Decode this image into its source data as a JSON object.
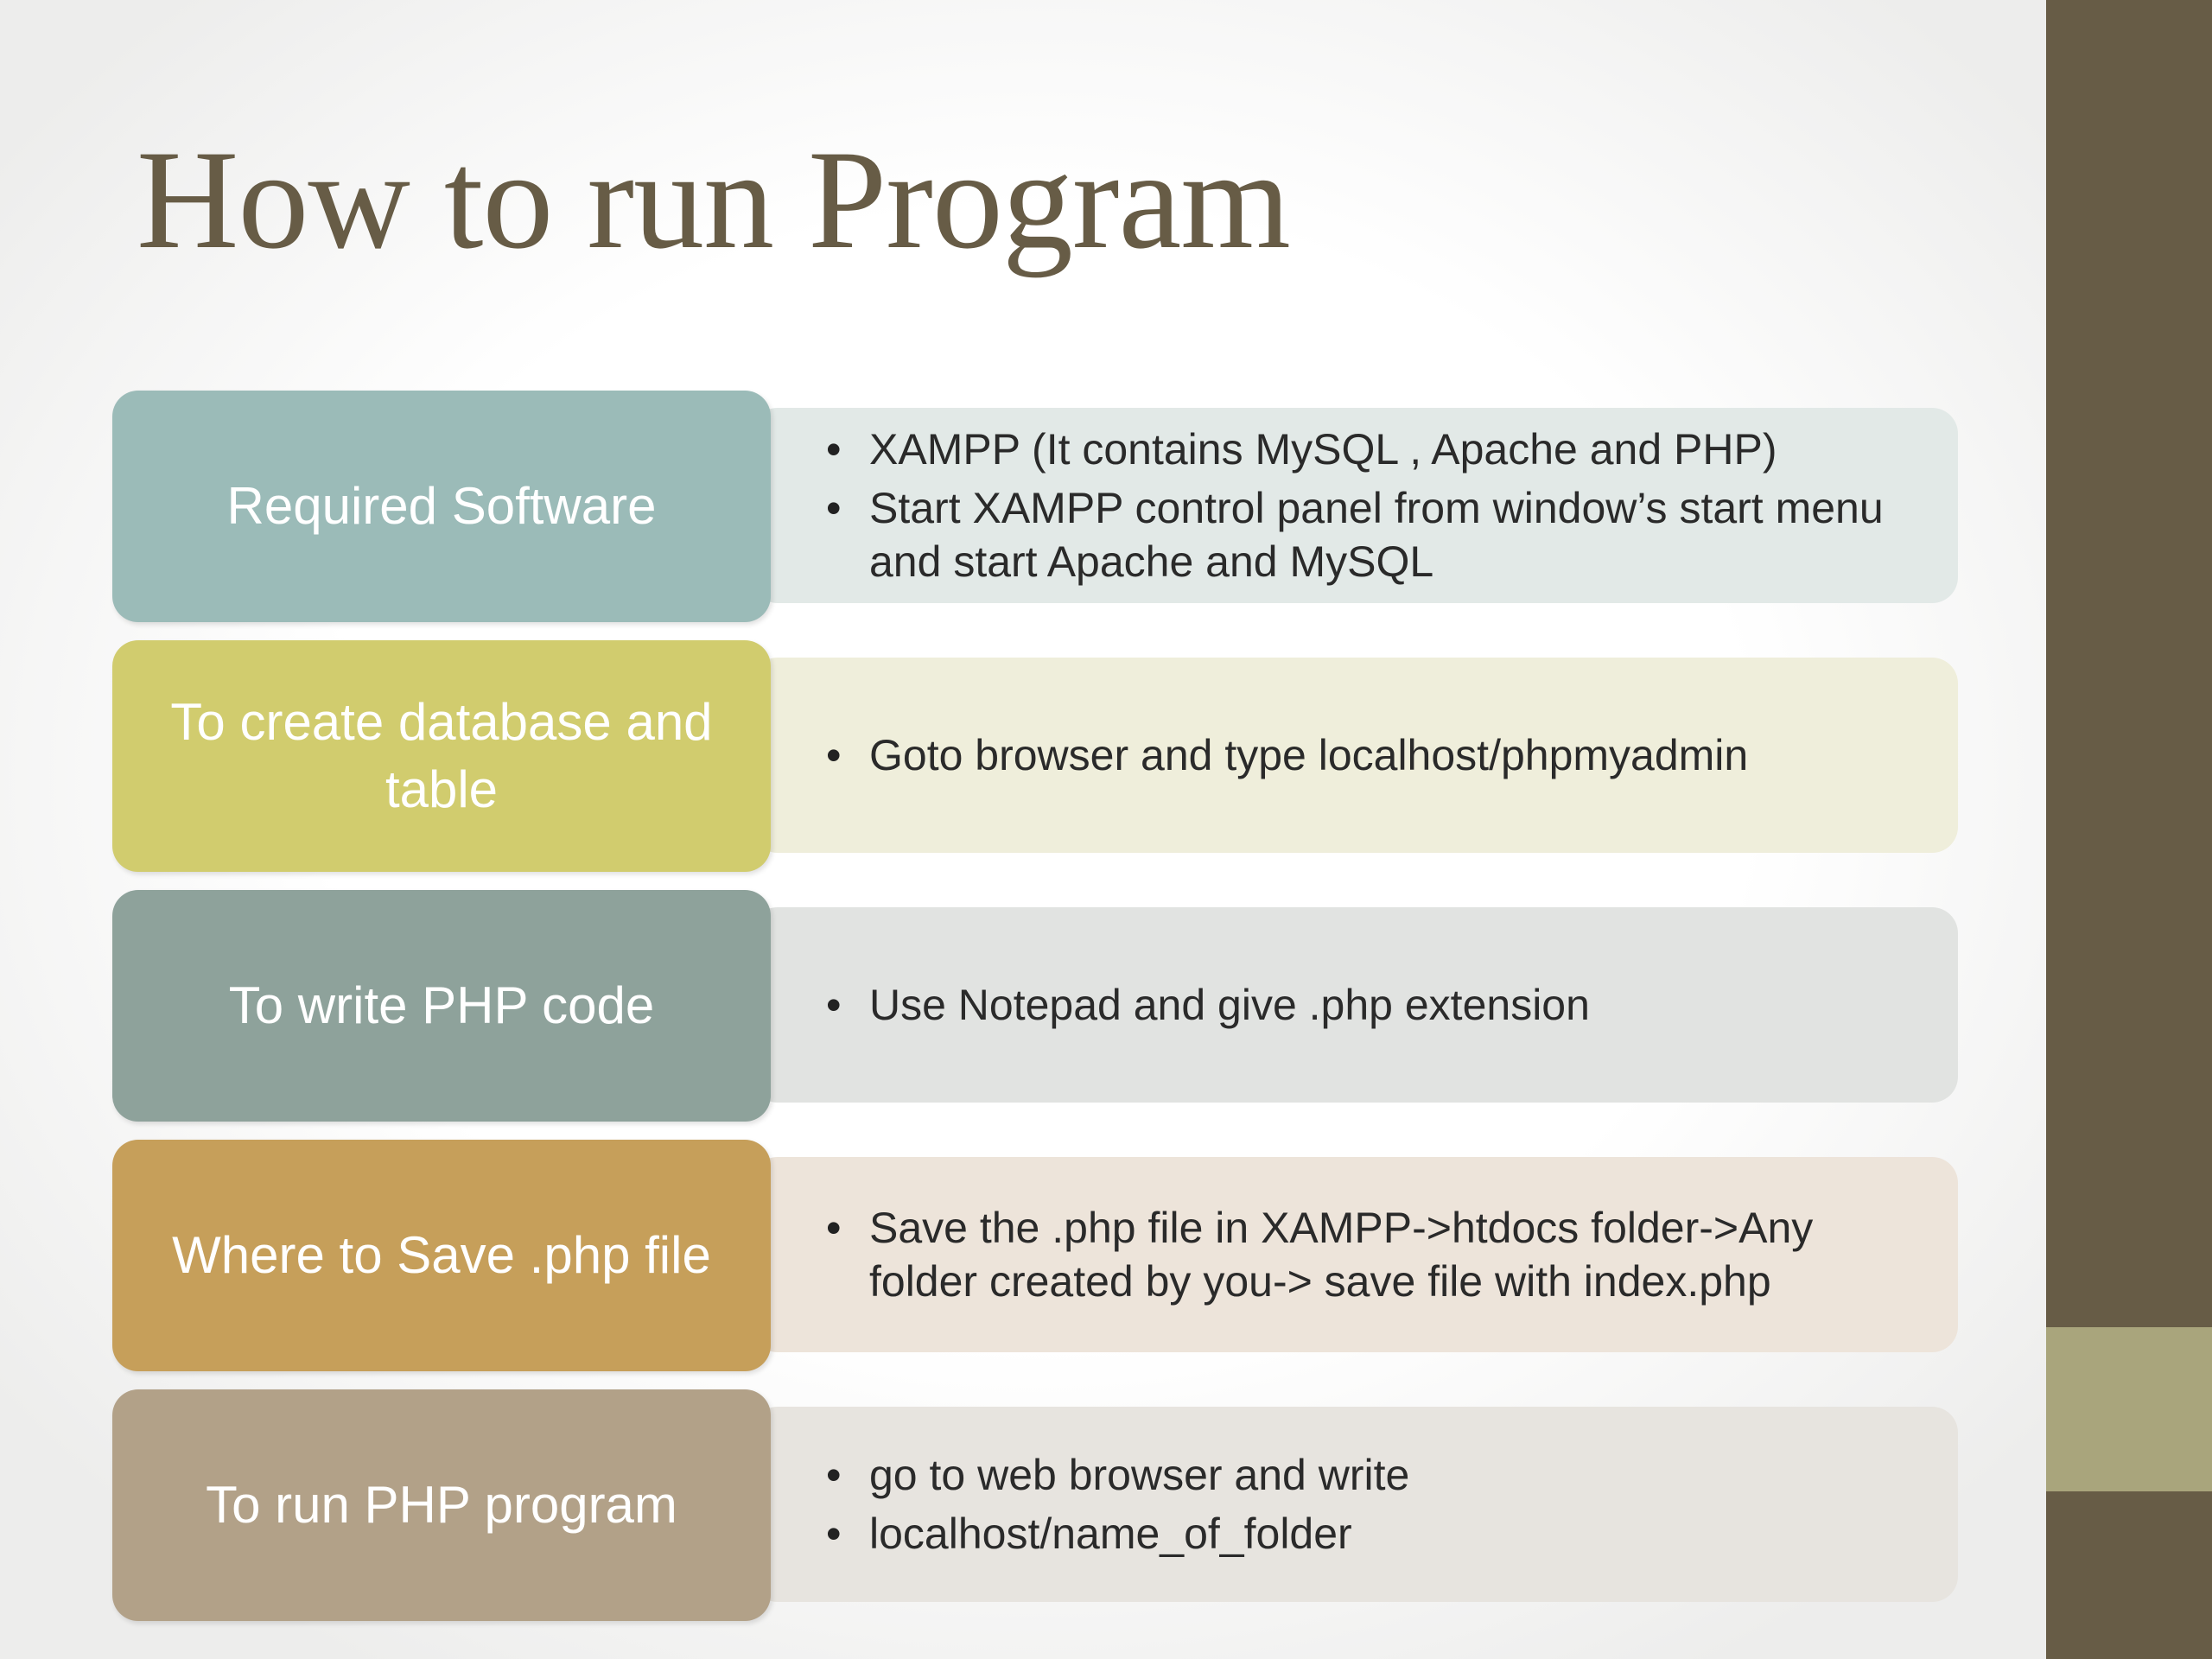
{
  "title": "How to run Program",
  "rows": [
    {
      "label": "Required Software",
      "label_color": "#9bbbb8",
      "panel_color": "#e2e9e7",
      "bullets": [
        "XAMPP (It contains MySQL , Apache and PHP)",
        "Start XAMPP control panel from window’s start menu and start Apache and MySQL"
      ]
    },
    {
      "label": "To create database and table",
      "label_color": "#d1cc6e",
      "panel_color": "#efeedb",
      "bullets": [
        "Goto browser and type localhost/phpmyadmin"
      ]
    },
    {
      "label": "To write PHP code",
      "label_color": "#8ea29b",
      "panel_color": "#e1e3e1",
      "bullets": [
        "Use Notepad and  give .php extension"
      ]
    },
    {
      "label": "Where to Save .php file",
      "label_color": "#c69f5a",
      "panel_color": "#ede4da",
      "bullets": [
        "Save the .php file in XAMPP->htdocs folder->Any folder created by you-> save file with index.php"
      ]
    },
    {
      "label": "To run PHP program",
      "label_color": "#b2a188",
      "panel_color": "#e7e4df",
      "bullets": [
        "go to web browser and write",
        "localhost/name_of_folder"
      ]
    }
  ]
}
